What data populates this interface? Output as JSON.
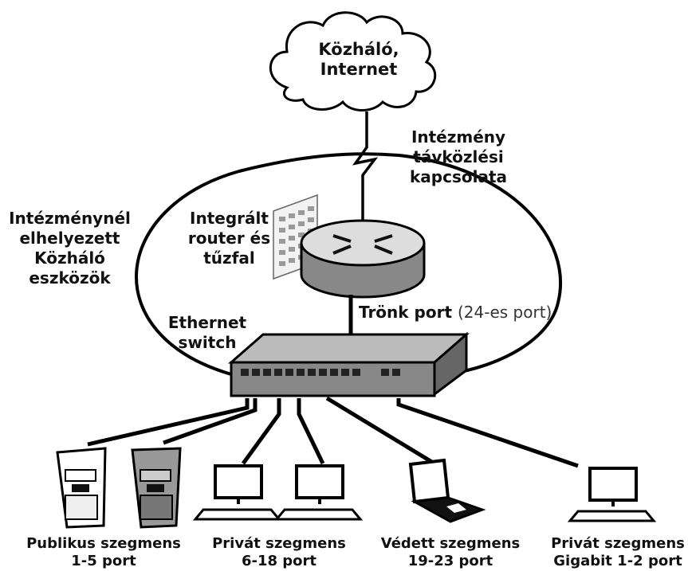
{
  "cloud": {
    "line1": "Közháló,",
    "line2": "Internet"
  },
  "telecom": {
    "line1": "Intézmény",
    "line2": "távközlési",
    "line3": "kapcsolata"
  },
  "onsite": {
    "line1": "Intézménynél",
    "line2": "elhelyezett",
    "line3": "Közháló",
    "line4": "eszközök"
  },
  "router": {
    "line1": "Integrált",
    "line2": "router és",
    "line3": "tűzfal"
  },
  "trunk": {
    "label": "Trönk port",
    "detail": "(24-es port)"
  },
  "switch": {
    "line1": "Ethernet",
    "line2": "switch"
  },
  "segments": [
    {
      "line1": "Publikus szegmens",
      "line2": "1-5 port"
    },
    {
      "line1": "Privát szegmens",
      "line2": "6-18 port"
    },
    {
      "line1": "Védett szegmens",
      "line2": "19-23 port"
    },
    {
      "line1": "Privát szegmens",
      "line2": "Gigabit 1-2 port"
    }
  ]
}
